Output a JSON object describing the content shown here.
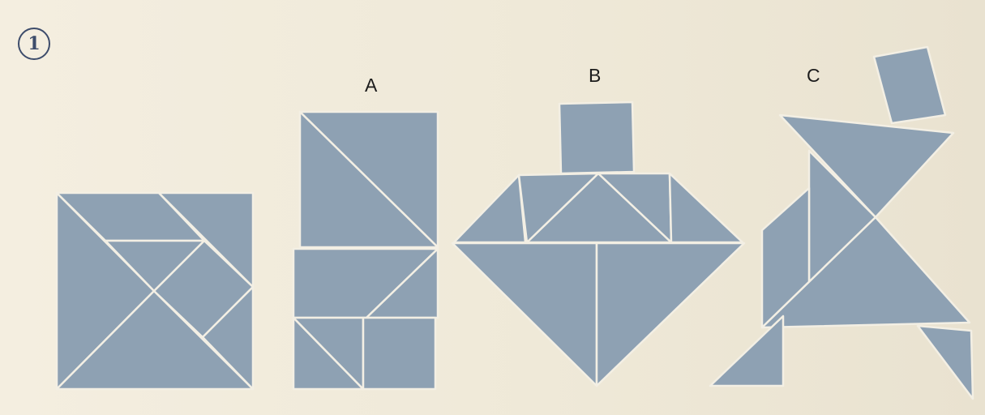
{
  "exercise": {
    "number": "1"
  },
  "figures": [
    {
      "id": "square",
      "label": ""
    },
    {
      "id": "A",
      "label": "A"
    },
    {
      "id": "B",
      "label": "B"
    },
    {
      "id": "C",
      "label": "C"
    }
  ],
  "colors": {
    "tan_piece": "#8ea1b3",
    "background": "#f1ebdb",
    "outline": "#f3efe4",
    "badge": "#3d4c6b"
  }
}
